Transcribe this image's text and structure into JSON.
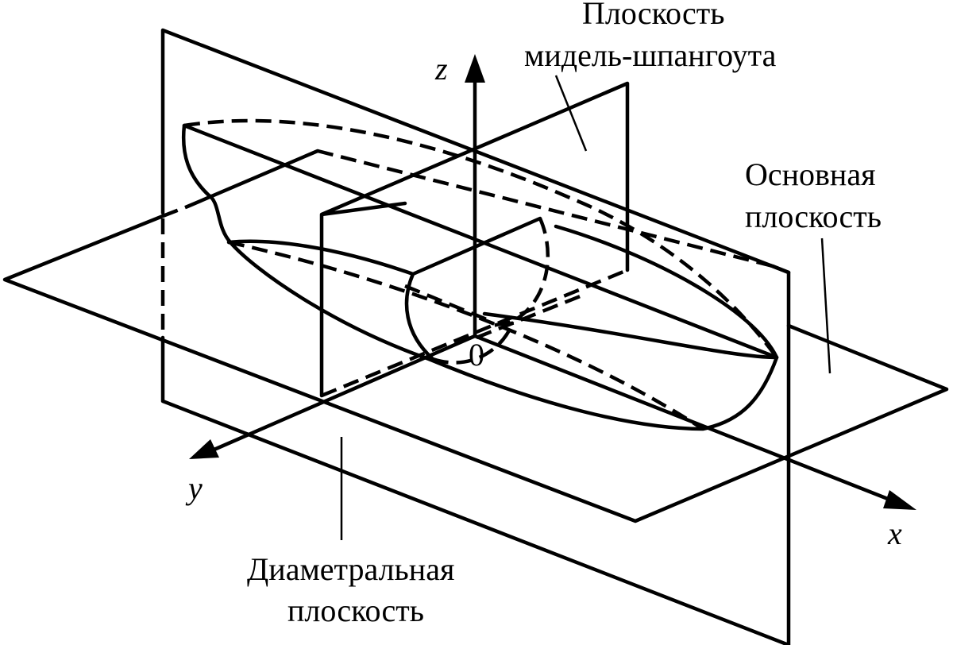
{
  "labels": {
    "midship_line1": "Плоскость",
    "midship_line2": "мидель-шпангоута",
    "base_line1": "Основная",
    "base_line2": "плоскость",
    "diam_line1": "Диаметральная",
    "diam_line2": "плоскость"
  },
  "axes": {
    "x": "x",
    "y": "y",
    "z": "z",
    "origin": "0"
  }
}
